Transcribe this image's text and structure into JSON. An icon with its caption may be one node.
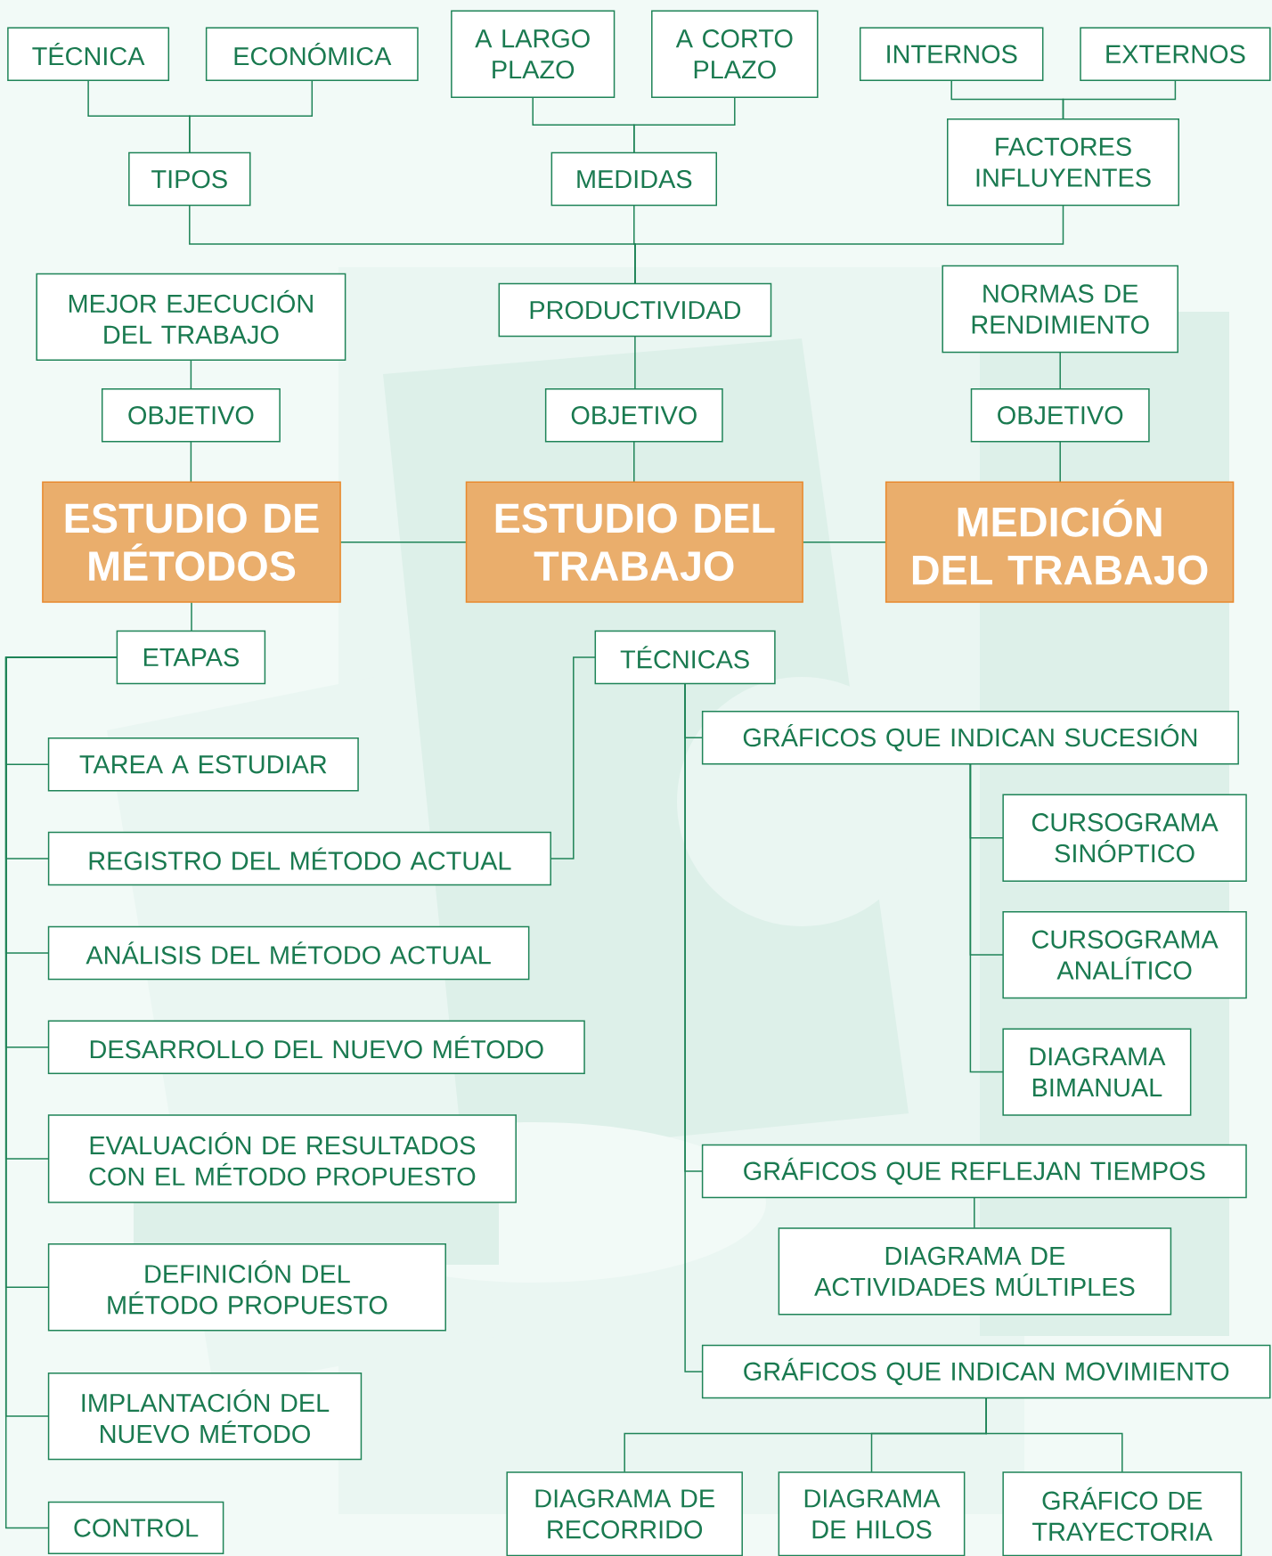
{
  "diagram": {
    "nodes": [
      {
        "text": [
          "TÉCNICA"
        ]
      },
      {
        "text": [
          "ECONÓMICA"
        ]
      },
      {
        "text": [
          "A LARGO PLAZO"
        ]
      },
      {
        "text": [
          "A CORTO PLAZO"
        ]
      },
      {
        "text": [
          "INTERNOS"
        ]
      },
      {
        "text": [
          "EXTERNOS"
        ]
      },
      {
        "text": [
          "TIPOS"
        ]
      },
      {
        "text": [
          "MEDIDAS"
        ]
      },
      {
        "text": [
          "FACTORES INFLUYENTES"
        ]
      },
      {
        "text": [
          "MEJOR EJECUCIÓN DEL TRABAJO"
        ]
      },
      {
        "text": [
          "PRODUCTIVIDAD"
        ]
      },
      {
        "text": [
          "NORMAS DE RENDIMIENTO"
        ]
      },
      {
        "text": [
          "OBJETIVO"
        ]
      },
      {
        "text": [
          "OBJETIVO"
        ]
      },
      {
        "text": [
          "OBJETIVO"
        ]
      },
      {
        "text": [
          "ESTUDIO DE MÉTODOS"
        ]
      },
      {
        "text": [
          "ESTUDIO DEL TRABAJO"
        ]
      },
      {
        "text": [
          "MEDICIÓN DEL TRABAJO"
        ]
      },
      {
        "text": [
          "ETAPAS"
        ]
      },
      {
        "text": [
          "TÉCNICAS"
        ]
      },
      {
        "text": [
          "TAREA A ESTUDIAR"
        ]
      },
      {
        "text": [
          "REGISTRO DEL MÉTODO ACTUAL"
        ]
      },
      {
        "text": [
          "ANÁLISIS DEL MÉTODO ACTUAL"
        ]
      },
      {
        "text": [
          "DESARROLLO DEL NUEVO MÉTODO"
        ]
      },
      {
        "text": [
          "EVALUACIÓN DE RESULTADOS CON EL MÉTODO PROPUESTO"
        ]
      },
      {
        "text": [
          "DEFINICIÓN DEL MÉTODO PROPUESTO"
        ]
      },
      {
        "text": [
          "IMPLANTACIÓN DEL NUEVO MÉTODO"
        ]
      },
      {
        "text": [
          "CONTROL"
        ]
      },
      {
        "text": [
          "GRÁFICOS QUE INDICAN SUCESIÓN"
        ]
      },
      {
        "text": [
          "CURSOGRAMA SINÓPTICO"
        ]
      },
      {
        "text": [
          "CURSOGRAMA ANALÍTICO"
        ]
      },
      {
        "text": [
          "DIAGRAMA BIMANUAL"
        ]
      },
      {
        "text": [
          "GRÁFICOS QUE REFLEJAN TIEMPOS"
        ]
      },
      {
        "text": [
          "DIAGRAMA DE ACTIVIDADES MÚLTIPLES"
        ]
      },
      {
        "text": [
          "GRÁFICOS QUE INDICAN MOVIMIENTO"
        ]
      },
      {
        "text": [
          "DIAGRAMA DE RECORRIDO"
        ]
      },
      {
        "text": [
          "DIAGRAMA DE HILOS"
        ]
      },
      {
        "text": [
          "GRÁFICO DE TRAYECTORIA"
        ]
      }
    ],
    "edges": [
      {
        "from": 0,
        "to": 6,
        "arrow": "none"
      },
      {
        "from": 1,
        "to": 6,
        "arrow": "none"
      },
      {
        "from": 2,
        "to": 7,
        "arrow": "none"
      },
      {
        "from": 3,
        "to": 7,
        "arrow": "none"
      },
      {
        "from": 4,
        "to": 8,
        "arrow": "none"
      },
      {
        "from": 5,
        "to": 8,
        "arrow": "none"
      },
      {
        "from": 6,
        "to": 10,
        "arrow": "none"
      },
      {
        "from": 7,
        "to": 10,
        "arrow": "none"
      },
      {
        "from": 8,
        "to": 10,
        "arrow": "none"
      },
      {
        "from": 9,
        "to": 12,
        "arrow": "none"
      },
      {
        "from": 10,
        "to": 13,
        "arrow": "none"
      },
      {
        "from": 11,
        "to": 14,
        "arrow": "none"
      },
      {
        "from": 12,
        "to": 15,
        "arrow": "none"
      },
      {
        "from": 13,
        "to": 16,
        "arrow": "none"
      },
      {
        "from": 14,
        "to": 17,
        "arrow": "none"
      },
      {
        "from": 15,
        "to": 16,
        "arrow": "none"
      },
      {
        "from": 16,
        "to": 17,
        "arrow": "none"
      },
      {
        "from": 15,
        "to": 18,
        "arrow": "none"
      },
      {
        "from": 18,
        "to": 20,
        "arrow": "none"
      },
      {
        "from": 18,
        "to": 21,
        "arrow": "none"
      },
      {
        "from": 18,
        "to": 22,
        "arrow": "none"
      },
      {
        "from": 18,
        "to": 23,
        "arrow": "none"
      },
      {
        "from": 18,
        "to": 24,
        "arrow": "none"
      },
      {
        "from": 18,
        "to": 25,
        "arrow": "none"
      },
      {
        "from": 18,
        "to": 26,
        "arrow": "none"
      },
      {
        "from": 18,
        "to": 27,
        "arrow": "none"
      },
      {
        "from": 21,
        "to": 19,
        "arrow": "none"
      },
      {
        "from": 19,
        "to": 28,
        "arrow": "none"
      },
      {
        "from": 19,
        "to": 32,
        "arrow": "none"
      },
      {
        "from": 19,
        "to": 34,
        "arrow": "none"
      },
      {
        "from": 28,
        "to": 29,
        "arrow": "none"
      },
      {
        "from": 28,
        "to": 30,
        "arrow": "none"
      },
      {
        "from": 28,
        "to": 31,
        "arrow": "none"
      },
      {
        "from": 32,
        "to": 33,
        "arrow": "none"
      },
      {
        "from": 34,
        "to": 35,
        "arrow": "none"
      },
      {
        "from": 34,
        "to": 36,
        "arrow": "none"
      },
      {
        "from": 34,
        "to": 37,
        "arrow": "none"
      }
    ]
  }
}
